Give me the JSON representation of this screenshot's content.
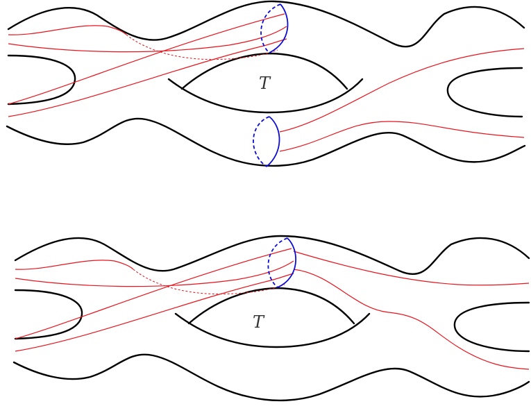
{
  "panels": [
    {
      "id": "top",
      "label": "T"
    },
    {
      "id": "bottom",
      "label": "T"
    }
  ],
  "colors": {
    "boundary": "#000000",
    "arcs": "#e8141d",
    "curves": "#0b0bd8",
    "label": "#333333"
  }
}
